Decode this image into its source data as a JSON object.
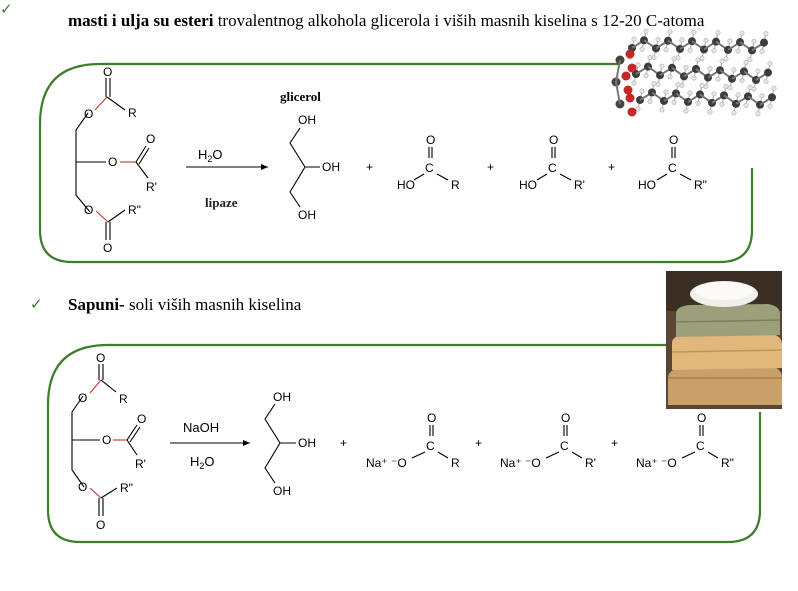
{
  "bullet1": {
    "bold": "masti i ulja su esteri",
    "rest": " trovalentnog alkohola glicerola i viših masnih kiselina s 12-20 C-atoma"
  },
  "bullet2": {
    "bold": "Sapuni-",
    "rest": " soli viših masnih kiselina"
  },
  "scheme1": {
    "title": "glicerol",
    "reagent_top": "H2O",
    "reagent_bottom": "lipaze",
    "oh": "OH",
    "o": "O",
    "ho": "HO",
    "c": "C",
    "r": "R",
    "r1": "R'",
    "r2": "R\"",
    "plus": "+"
  },
  "scheme2": {
    "reagent_top": "NaOH",
    "reagent_bottom": "H2O",
    "oh": "OH",
    "o": "O",
    "na": "Na⁺ ⁻O",
    "c": "C",
    "r": "R",
    "r1": "R'",
    "r2": "R\"",
    "plus": "+"
  },
  "colors": {
    "frame": "#3e7d2a",
    "check": "#3d7a2a",
    "ester_bond": "#c0392b"
  },
  "icons": [
    "checkmark-icon",
    "molecule-model-image",
    "soap-bars-image"
  ]
}
